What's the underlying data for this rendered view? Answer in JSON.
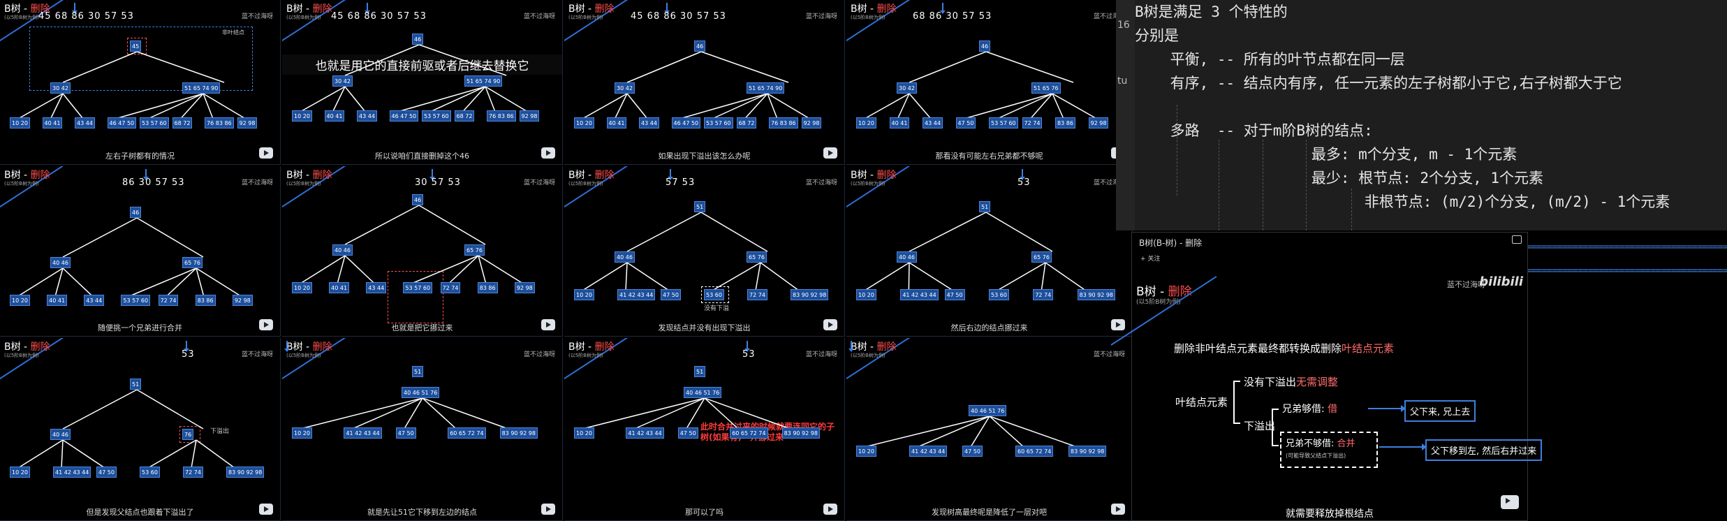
{
  "panel_title_prefix": "B树 - ",
  "panel_title_action": "删除",
  "panel_subtitle": "(以5阶B树为例)",
  "watermark": "蓝不过海呀",
  "bili": "bilibili",
  "panels": [
    {
      "nums": "45 68 86 30 57 53",
      "caption": "左右子树都有的情况"
    },
    {
      "nums": "45 68 86 30 57 53",
      "caption": "所以说咱们直接删掉这个46",
      "big": "也就是用它的直接前驱或者后继去替换它"
    },
    {
      "nums": "45 68 86 30 57 53",
      "caption": "如果出现下溢出该怎么办呢"
    },
    {
      "nums": "68 86 30 57 53",
      "caption": "那看没有可能左右兄弟都不够呢"
    },
    {
      "nums": "86 30 57 53",
      "caption": "随便挑一个兄弟进行合并"
    },
    {
      "nums": "30 57 53",
      "caption": "也就是把它挪过来"
    },
    {
      "nums": "57 53",
      "caption": "发现结点并没有出现下溢出",
      "extra": "没有下溢"
    },
    {
      "nums": "53",
      "caption": "然后右边的结点挪过来"
    },
    {
      "nums": "53",
      "caption": "但是发现父结点也跟着下溢出了"
    },
    {
      "nums": "",
      "caption": "就是先让51它下移到左边的结点"
    },
    {
      "nums": "53",
      "caption": "那可以了吗",
      "red": "此时合并过来的时候就要连同它的子树(如果有)一并挪过来"
    },
    {
      "nums": "",
      "caption": "发现树高最终呢是降低了一层对吧"
    }
  ],
  "nodes": {
    "root45": "45",
    "root46": "46",
    "root51": "51",
    "l3042": "30 42",
    "l4046": "40 46",
    "l4046b": "40 46 51 76",
    "r51657490": "51 65 74 90",
    "r516576": "51 65 76",
    "r6576": "65 76",
    "r76": "76",
    "leaves_a": [
      "10 20",
      "40 41",
      "43 44",
      "46 47 50",
      "53 57 60",
      "68 72",
      "76 83 86",
      "92 98"
    ],
    "leaves_b": [
      "10 20",
      "40 41",
      "43 44",
      "47 50",
      "53 57 60",
      "72 74",
      "83 86",
      "92 98"
    ],
    "leaves_c": [
      "10 20",
      "41 42 43 44",
      "47 50",
      "53 60",
      "72 74",
      "83 90 92 98"
    ],
    "leaves_d": [
      "10 20",
      "41 42 43 44",
      "47 50",
      "60 65 72 74",
      "83 90 92 98"
    ],
    "label_nonleaf": "非叶结点",
    "label_overflow": "下溢出",
    "label_no_overflow": "没有下溢"
  },
  "code": {
    "lines": [
      "B树是满足 3 个特性的",
      "分别是",
      "    平衡, -- 所有的叶节点都在同一层",
      "    有序, -- 结点内有序, 任一元素的左子树都小于它,右子树都大于它",
      "",
      "    多路  -- 对于m阶B树的结点:",
      "                    最多: m个分支, m - 1个元素",
      "                    最少: 根节点: 2个分支, 1个元素",
      "                          非根节点: (m/2)个分支, (m/2) - 1个元素"
    ],
    "strip_top": "16",
    "strip_mid": "tu",
    "eq": "===================================================="
  },
  "player": {
    "title": "B树(B-树) - 删除",
    "follow": "+ 关注",
    "slide_title_prefix": "B树 - ",
    "slide_title_action": "删除",
    "slide_subtitle": "(以5阶B树为例)",
    "headline_prefix": "删除非叶结点元素最终都转换成删除",
    "headline_accent": "叶结点元素",
    "leaf_elem": "叶结点元素",
    "no_overflow_prefix": "没有下溢出",
    "no_overflow_accent": "无需调整",
    "overflow": "下溢出",
    "sibling_enough": "兄弟够借: ",
    "borrow": "借",
    "sibling_not_enough": "兄弟不够借: ",
    "merge": "合并",
    "merge_note": "(可能导致父结点下溢出)",
    "box1": "父下来, 兄上去",
    "box2": "父下移到左, 然后右并过来",
    "caption": "就需要释放掉根结点"
  }
}
